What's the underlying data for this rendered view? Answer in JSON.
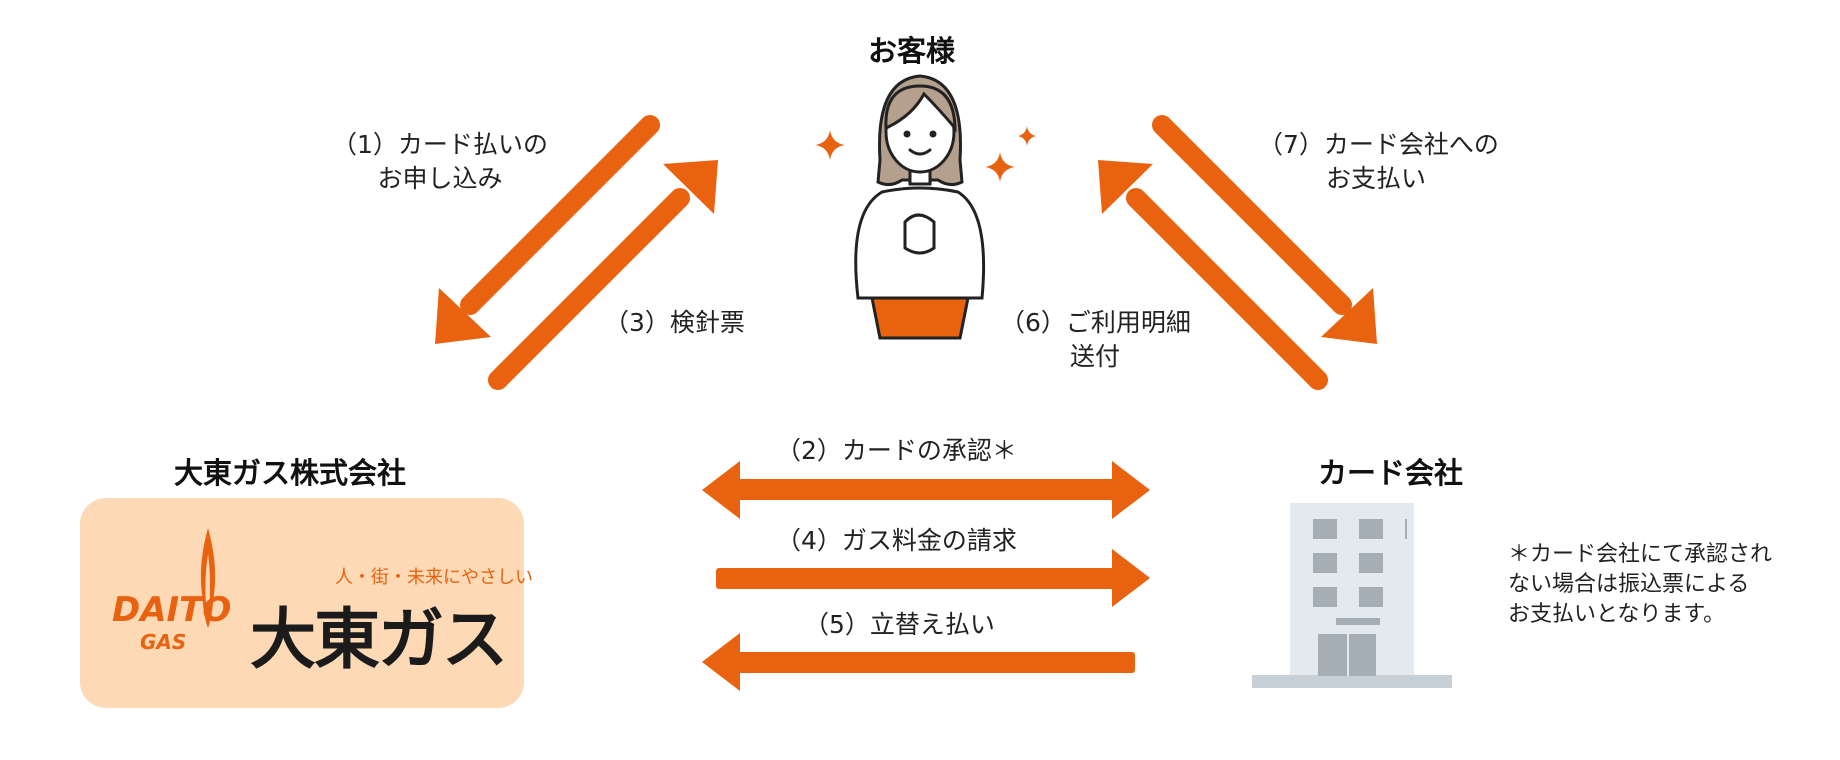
{
  "nodes": {
    "customer": "お客様",
    "gas_company": "大東ガス株式会社",
    "card_company": "カード会社"
  },
  "logo": {
    "tagline": "人・街・未来にやさしい",
    "name": "大東ガス",
    "mark_line1": "DAITO",
    "mark_line2": "GAS"
  },
  "steps": {
    "s1": [
      "（1）カード払いの",
      "お申し込み"
    ],
    "s2": "（2）カードの承認＊",
    "s3": "（3）検針票",
    "s4": "（4）ガス料金の請求",
    "s5": "（5）立替え払い",
    "s6": [
      "（6）ご利用明細",
      "送付"
    ],
    "s7": [
      "（7）カード会社への",
      "お支払い"
    ]
  },
  "note": [
    "＊カード会社にて承認され",
    "ない場合は振込票による",
    "お支払いとなります。"
  ],
  "colors": {
    "arrow": "#e8620f",
    "logo_bg": "#fdd9b5",
    "building": "#e4e9ee",
    "window": "#a5adb5",
    "skirt": "#e8620f"
  }
}
